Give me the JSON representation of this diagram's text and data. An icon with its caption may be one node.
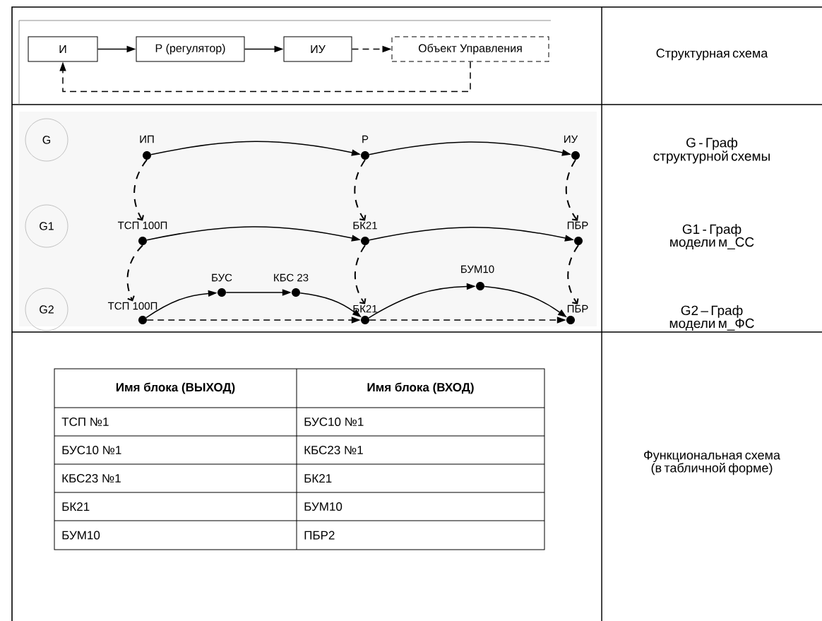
{
  "diagram": {
    "nodes": [
      {
        "text": [
          "И"
        ]
      },
      {
        "text": [
          "Р (регулятор)"
        ]
      },
      {
        "text": [
          "ИУ"
        ]
      },
      {
        "text": [
          "Объект Управления"
        ]
      },
      {
        "text": [
          "G"
        ]
      },
      {
        "text": [
          "ИП"
        ]
      },
      {
        "text": [
          "Р"
        ]
      },
      {
        "text": [
          "ИУ"
        ]
      },
      {
        "text": [
          "G1"
        ]
      },
      {
        "text": [
          "ТСП 100П"
        ]
      },
      {
        "text": [
          "БК21"
        ]
      },
      {
        "text": [
          "ПБР"
        ]
      },
      {
        "text": [
          "G2"
        ]
      },
      {
        "text": [
          "ТСП 100П"
        ]
      },
      {
        "text": [
          "БУС"
        ]
      },
      {
        "text": [
          "КБС 23"
        ]
      },
      {
        "text": [
          "БК21"
        ]
      },
      {
        "text": [
          "БУМ10"
        ]
      },
      {
        "text": [
          "ПБР"
        ]
      }
    ],
    "edges": [
      {
        "from": 0,
        "to": 1,
        "arrow": "to"
      },
      {
        "from": 1,
        "to": 2,
        "arrow": "to"
      },
      {
        "from": 2,
        "to": 3,
        "arrow": "to",
        "style": "dashed"
      },
      {
        "from": 3,
        "to": 0,
        "arrow": "to",
        "style": "dashed"
      },
      {
        "from": 5,
        "to": 6,
        "arrow": "to"
      },
      {
        "from": 6,
        "to": 7,
        "arrow": "to"
      },
      {
        "from": 5,
        "to": 9,
        "arrow": "to",
        "style": "dashed"
      },
      {
        "from": 6,
        "to": 10,
        "arrow": "to",
        "style": "dashed"
      },
      {
        "from": 7,
        "to": 11,
        "arrow": "to",
        "style": "dashed"
      },
      {
        "from": 9,
        "to": 10,
        "arrow": "to"
      },
      {
        "from": 10,
        "to": 11,
        "arrow": "to"
      },
      {
        "from": 9,
        "to": 13,
        "arrow": "to",
        "style": "dashed"
      },
      {
        "from": 10,
        "to": 16,
        "arrow": "to",
        "style": "dashed"
      },
      {
        "from": 11,
        "to": 18,
        "arrow": "to",
        "style": "dashed"
      },
      {
        "from": 13,
        "to": 14,
        "arrow": "to"
      },
      {
        "from": 14,
        "to": 15,
        "arrow": "to"
      },
      {
        "from": 15,
        "to": 16,
        "arrow": "to"
      },
      {
        "from": 16,
        "to": 17,
        "arrow": "to"
      },
      {
        "from": 17,
        "to": 18,
        "arrow": "to"
      },
      {
        "from": 13,
        "to": 16,
        "arrow": "to",
        "style": "dashed"
      },
      {
        "from": 16,
        "to": 18,
        "arrow": "to",
        "style": "dashed"
      }
    ],
    "labels": [
      "Структурная схема",
      "G - Граф структурной схемы",
      "G1 - Граф модели м_СС",
      "G2 – Граф модели м_ФС",
      "Имя блока (ВЫХОД)",
      "Имя блока (ВХОД)",
      "ТСП №1",
      "БУС10 №1",
      "БУС10 №1",
      "КБС23 №1",
      "КБС23 №1",
      "БК21",
      "БК21",
      "БУМ10",
      "БУМ10",
      "ПБР2",
      "Функциональная схема (в табличной форме)"
    ]
  }
}
